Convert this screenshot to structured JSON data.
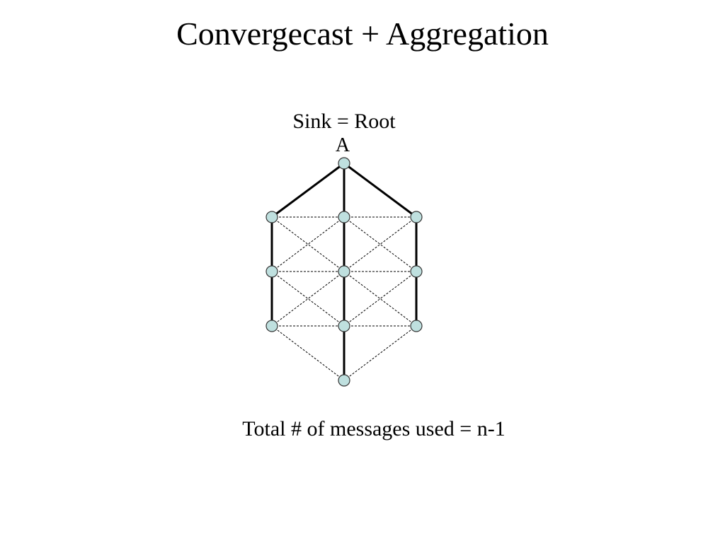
{
  "slide": {
    "title": "Convergecast + Aggregation",
    "sink_label": "Sink = Root",
    "root_node_label": "A",
    "caption": "Total # of messages used = n-1"
  },
  "diagram": {
    "colors": {
      "node_fill": "#bfe0df",
      "node_stroke": "#333333",
      "edge": "#000000"
    },
    "nodes": [
      {
        "id": "A",
        "row": 0,
        "col": 1
      },
      {
        "id": "L1",
        "row": 1,
        "col": 0
      },
      {
        "id": "M1",
        "row": 1,
        "col": 1
      },
      {
        "id": "R1",
        "row": 1,
        "col": 2
      },
      {
        "id": "L2",
        "row": 2,
        "col": 0
      },
      {
        "id": "M2",
        "row": 2,
        "col": 1
      },
      {
        "id": "R2",
        "row": 2,
        "col": 2
      },
      {
        "id": "L3",
        "row": 3,
        "col": 0
      },
      {
        "id": "M3",
        "row": 3,
        "col": 1
      },
      {
        "id": "R3",
        "row": 3,
        "col": 2
      },
      {
        "id": "B",
        "row": 4,
        "col": 1
      }
    ],
    "tree_edges": [
      [
        "A",
        "L1"
      ],
      [
        "A",
        "M1"
      ],
      [
        "A",
        "R1"
      ],
      [
        "L1",
        "L2"
      ],
      [
        "L2",
        "L3"
      ],
      [
        "M1",
        "M2"
      ],
      [
        "M2",
        "M3"
      ],
      [
        "M3",
        "B"
      ],
      [
        "R1",
        "R2"
      ],
      [
        "R2",
        "R3"
      ]
    ],
    "dashed_edges": [
      [
        "L1",
        "M1"
      ],
      [
        "M1",
        "R1"
      ],
      [
        "L2",
        "M2"
      ],
      [
        "M2",
        "R2"
      ],
      [
        "L3",
        "M3"
      ],
      [
        "M3",
        "R3"
      ],
      [
        "L1",
        "M2"
      ],
      [
        "M1",
        "L2"
      ],
      [
        "M1",
        "R2"
      ],
      [
        "R1",
        "M2"
      ],
      [
        "L2",
        "M3"
      ],
      [
        "M2",
        "L3"
      ],
      [
        "M2",
        "R3"
      ],
      [
        "R2",
        "M3"
      ],
      [
        "L3",
        "B"
      ],
      [
        "R3",
        "B"
      ]
    ]
  }
}
